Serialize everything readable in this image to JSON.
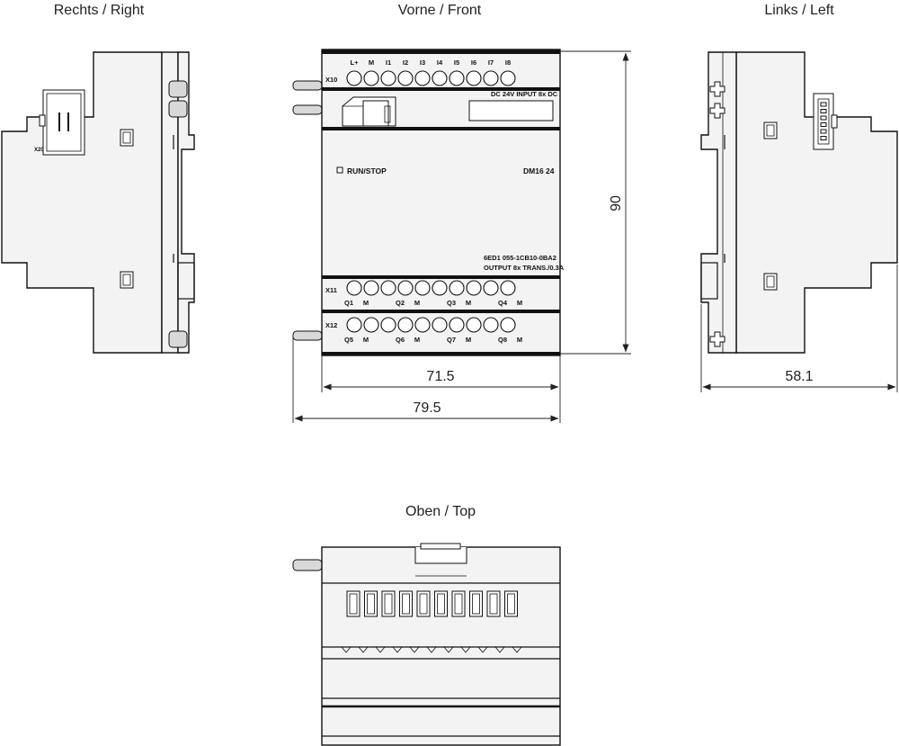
{
  "views": {
    "right": {
      "title": "Rechts / Right",
      "x20": "X20"
    },
    "front": {
      "title": "Vorne / Front",
      "x10": "X10",
      "x11": "X11",
      "x12": "X12",
      "top_terminal_labels": [
        "L+",
        "M",
        "I1",
        "I2",
        "I3",
        "I4",
        "I5",
        "I6",
        "I7",
        "I8"
      ],
      "input_label": "DC 24V  INPUT 8x DC",
      "run_stop": "RUN/STOP",
      "model": "DM16 24",
      "order_number": "6ED1 055-1CB10-0BA2",
      "output_label": "OUTPUT 8x TRANS./0.3A",
      "x11_labels": [
        "Q1",
        "M",
        "Q2",
        "M",
        "Q3",
        "M",
        "Q4",
        "M"
      ],
      "x12_labels": [
        "Q5",
        "M",
        "Q6",
        "M",
        "Q7",
        "M",
        "Q8",
        "M"
      ]
    },
    "left": {
      "title": "Links / Left"
    },
    "top": {
      "title": "Oben / Top"
    }
  },
  "dimensions": {
    "height": "90",
    "width_front": "71.5",
    "width_overall": "79.5",
    "depth": "58.1"
  }
}
